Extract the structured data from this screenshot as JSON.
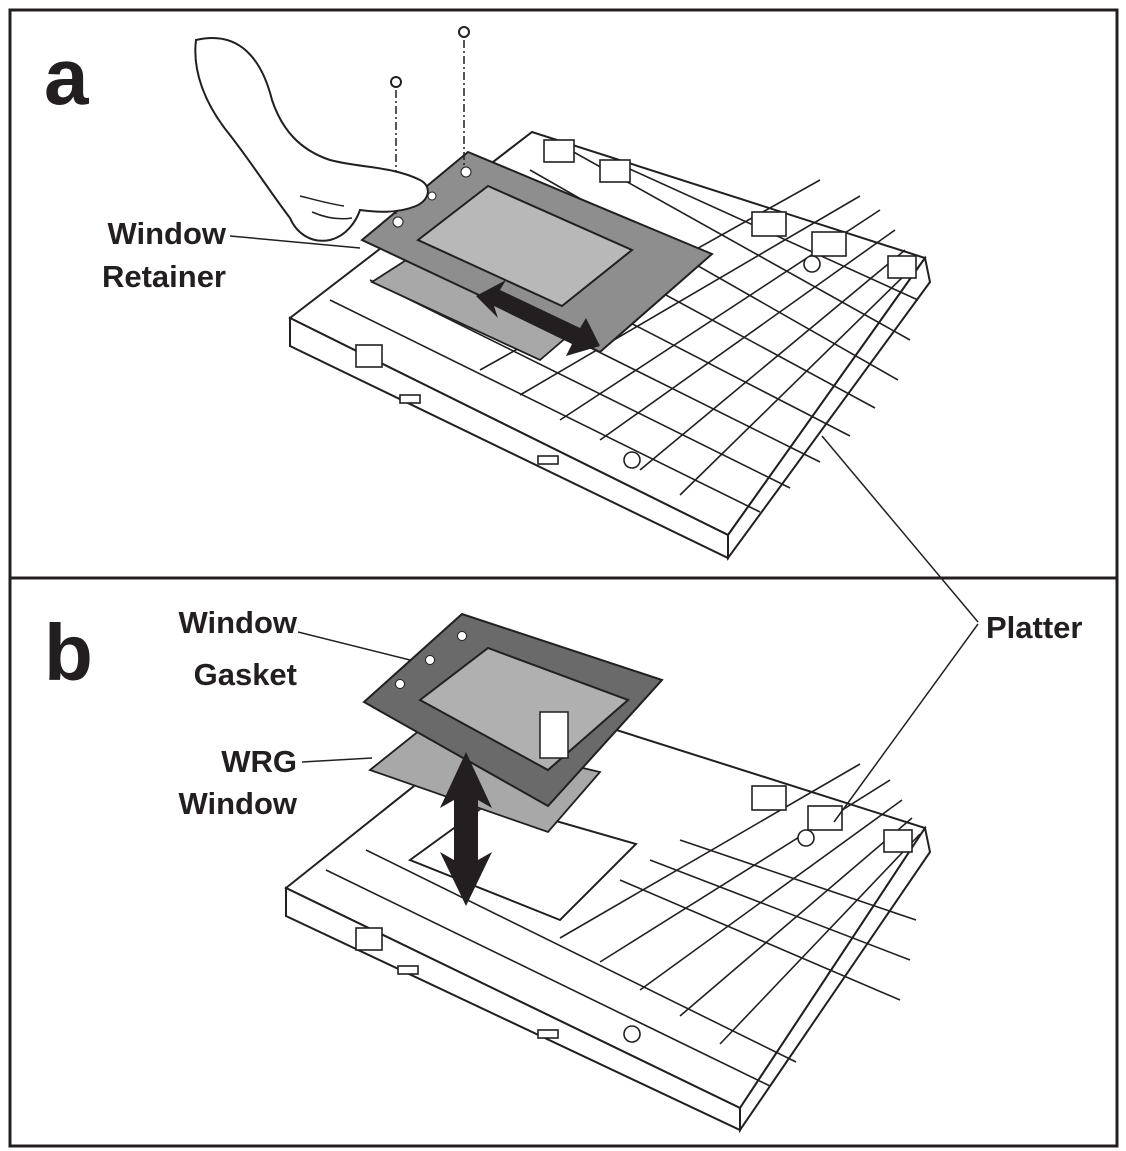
{
  "panels": [
    {
      "letter": "a"
    },
    {
      "letter": "b"
    }
  ],
  "labels": {
    "window_retainer_line1": "Window",
    "window_retainer_line2": "Retainer",
    "window_gasket_line1": "Window",
    "window_gasket_line2": "Gasket",
    "wrg_window_line1": "WRG",
    "wrg_window_line2": "Window",
    "platter": "Platter"
  },
  "colors": {
    "ink": "#231f20",
    "part_grey": "#8e8e8e",
    "gasket_grey": "#6a6a6a"
  }
}
